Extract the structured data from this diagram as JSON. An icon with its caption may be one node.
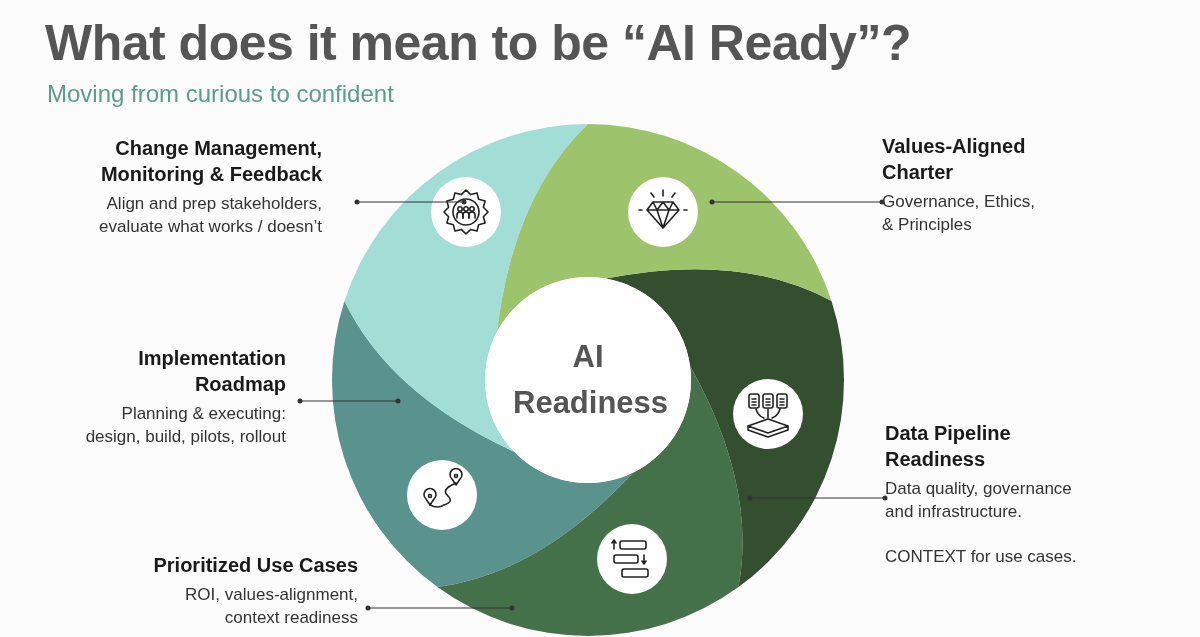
{
  "diagram": {
    "title": "What does it mean to be “AI Ready”?",
    "nodes": [
      {
        "text": [
          "AI Readiness"
        ]
      },
      {
        "text": [],
        "shape": "segment"
      },
      {
        "text": [],
        "shape": "segment"
      },
      {
        "text": [],
        "shape": "segment"
      },
      {
        "text": [],
        "shape": "segment"
      },
      {
        "text": [],
        "shape": "segment"
      },
      {
        "text": [
          "Change Management, Monitoring & Feedback",
          "Align and prep stakeholders, evaluate what works / doesn’t"
        ]
      },
      {
        "text": [
          "Values-Aligned Charter",
          "Governance, Ethics, & Principles"
        ]
      },
      {
        "text": [
          "Implementation Roadmap",
          "Planning & executing: design, build, pilots, rollout"
        ]
      },
      {
        "text": [
          "Data Pipeline Readiness",
          "Data quality, governance and infrastructure.",
          "CONTEXT for use cases."
        ]
      },
      {
        "text": [
          "Prioritized Use Cases",
          "ROI, values-alignment, context readiness"
        ]
      }
    ],
    "edges": [
      {
        "from": 6,
        "to": 2,
        "arrow": "other"
      },
      {
        "from": 7,
        "to": 5,
        "arrow": "other"
      },
      {
        "from": 8,
        "to": 1,
        "arrow": "other"
      },
      {
        "from": 9,
        "to": 4,
        "arrow": "other"
      },
      {
        "from": 10,
        "to": 3,
        "arrow": "other"
      }
    ],
    "labels": [
      "Moving from curious to confident"
    ]
  }
}
